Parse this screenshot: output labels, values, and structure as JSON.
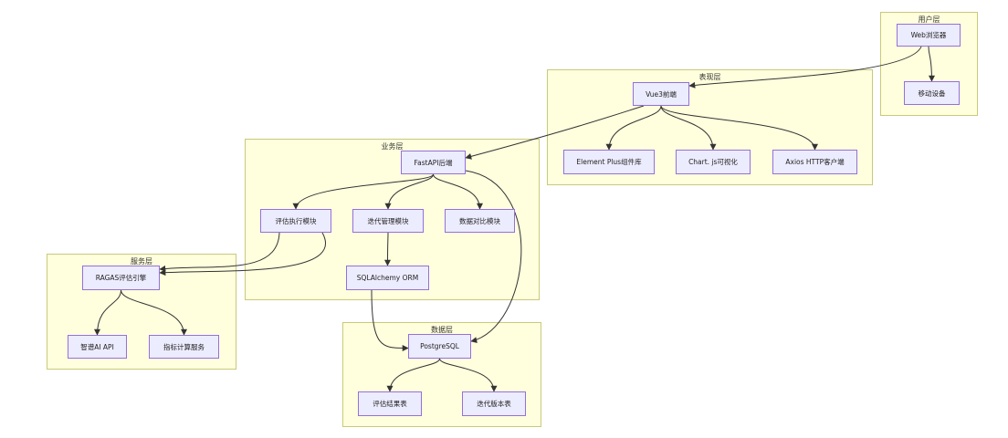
{
  "colors": {
    "cluster_fill": "#ffffde",
    "cluster_border": "#c9c97a",
    "node_fill": "#ececff",
    "node_border": "#9370db",
    "edge": "#333333"
  },
  "clusters": {
    "user": "用户层",
    "presentation": "表现层",
    "business": "业务层",
    "service": "服务层",
    "data": "数据层"
  },
  "nodes": {
    "web_browser": "Web浏览器",
    "mobile_device": "移动设备",
    "vue3_frontend": "Vue3前端",
    "element_plus": "Element Plus组件库",
    "chartjs": "Chart. js可视化",
    "axios": "Axios HTTP客户端",
    "fastapi": "FastAPI后端",
    "eval_exec": "评估执行模块",
    "iteration_mgmt": "迭代管理模块",
    "data_compare": "数据对比模块",
    "sqlalchemy": "SQLAlchemy ORM",
    "ragas": "RAGAS评估引擎",
    "zhipu_api": "智谱AI API",
    "metric_service": "指标计算服务",
    "postgresql": "PostgreSQL",
    "eval_result_table": "评估结果表",
    "iteration_version_table": "迭代版本表"
  },
  "edges": [
    [
      "web_browser",
      "mobile_device"
    ],
    [
      "web_browser",
      "vue3_frontend"
    ],
    [
      "vue3_frontend",
      "element_plus"
    ],
    [
      "vue3_frontend",
      "chartjs"
    ],
    [
      "vue3_frontend",
      "axios"
    ],
    [
      "vue3_frontend",
      "fastapi"
    ],
    [
      "fastapi",
      "eval_exec"
    ],
    [
      "fastapi",
      "iteration_mgmt"
    ],
    [
      "fastapi",
      "data_compare"
    ],
    [
      "fastapi",
      "postgresql"
    ],
    [
      "iteration_mgmt",
      "sqlalchemy"
    ],
    [
      "eval_exec",
      "ragas"
    ],
    [
      "eval_exec",
      "ragas"
    ],
    [
      "sqlalchemy",
      "postgresql"
    ],
    [
      "ragas",
      "zhipu_api"
    ],
    [
      "ragas",
      "metric_service"
    ],
    [
      "postgresql",
      "eval_result_table"
    ],
    [
      "postgresql",
      "iteration_version_table"
    ]
  ]
}
